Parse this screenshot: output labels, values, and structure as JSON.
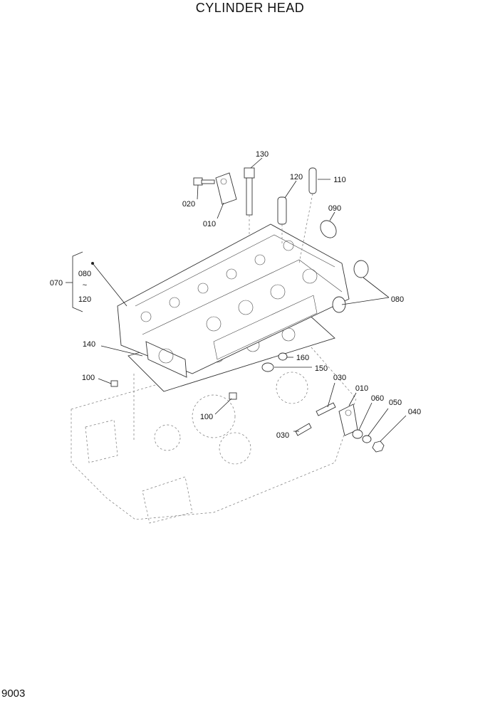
{
  "title": "CYLINDER HEAD",
  "page_number": "9003",
  "group_070": {
    "label": "070",
    "sub_a": "080",
    "sub_b": "120"
  },
  "callouts": {
    "c130": "130",
    "c120_top": "120",
    "c110": "110",
    "c020": "020",
    "c010_top": "010",
    "c090": "090",
    "c080": "080",
    "c140": "140",
    "c160": "160",
    "c150": "150",
    "c100_left": "100",
    "c100_mid": "100",
    "c030_top": "030",
    "c030_bot": "030",
    "c010_right": "010",
    "c060": "060",
    "c050": "050",
    "c040": "040"
  }
}
